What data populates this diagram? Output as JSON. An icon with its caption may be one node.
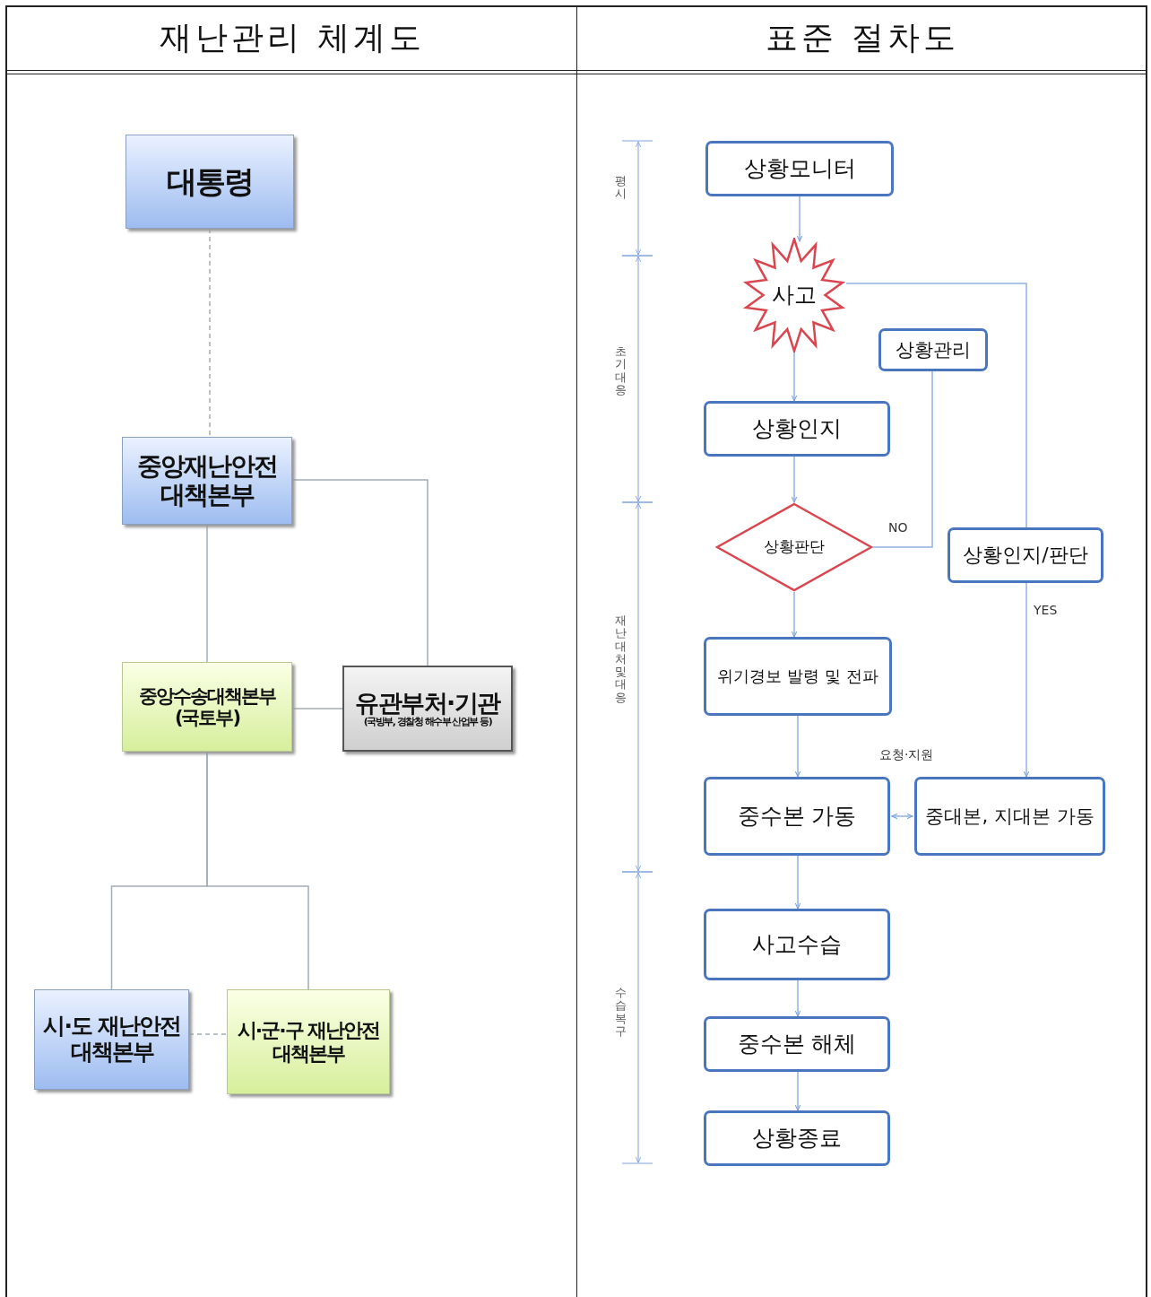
{
  "diagram": {
    "nodes": [
      {
        "text": [
          "대통령"
        ]
      },
      {
        "text": [
          "중앙재난안전 대책본부"
        ]
      },
      {
        "text": [
          "중앙수송대책본부 (국토부)"
        ]
      },
      {
        "text": [
          "유관부처·기관",
          "(국방부, 경찰청 해수부 산업부 등)"
        ]
      },
      {
        "text": [
          "시·도 재난안전대책본부"
        ]
      },
      {
        "text": [
          "시·군·구 재난안전대책본부"
        ]
      },
      {
        "text": [
          "상황모니터"
        ]
      },
      {
        "text": [
          "사고"
        ]
      },
      {
        "text": [
          "상황관리"
        ]
      },
      {
        "text": [
          "상황인지"
        ]
      },
      {
        "text": [
          "상황판단"
        ]
      },
      {
        "text": [
          "상황인지/판단"
        ]
      },
      {
        "text": [
          "위기경보 발령 및 전파"
        ]
      },
      {
        "text": [
          "중수본 가동"
        ]
      },
      {
        "text": [
          "중대본, 지대본 가동"
        ]
      },
      {
        "text": [
          "사고수습"
        ]
      },
      {
        "text": [
          "중수본 해체"
        ]
      },
      {
        "text": [
          "상황종료"
        ]
      }
    ],
    "edges": [
      {
        "from": 0,
        "to": 1,
        "arrow": "none",
        "style": "dashed",
        "color": "#a3adb5"
      },
      {
        "from": 1,
        "to": 2,
        "arrow": "none",
        "color": "#a3adb5"
      },
      {
        "from": 1,
        "to": 3,
        "arrow": "none",
        "color": "#a3adb5"
      },
      {
        "from": 2,
        "to": 3,
        "arrow": "none",
        "color": "#a3adb5"
      },
      {
        "from": 2,
        "to": 4,
        "arrow": "none",
        "color": "#a3adb5"
      },
      {
        "from": 2,
        "to": 5,
        "arrow": "none",
        "color": "#a3adb5"
      },
      {
        "from": 4,
        "to": 5,
        "arrow": "none",
        "style": "dashed",
        "color": "#a3adb5"
      },
      {
        "from": 6,
        "to": 7,
        "arrow": "to"
      },
      {
        "from": 7,
        "to": 9,
        "arrow": "to"
      },
      {
        "from": 9,
        "to": 10,
        "arrow": "to"
      },
      {
        "from": 10,
        "to": 8,
        "arrow": "none",
        "label": "NO"
      },
      {
        "from": 10,
        "to": 12,
        "arrow": "to"
      },
      {
        "from": 7,
        "to": 11,
        "arrow": "none"
      },
      {
        "from": 11,
        "to": 14,
        "arrow": "to",
        "label": "YES"
      },
      {
        "from": 12,
        "to": 13,
        "arrow": "to"
      },
      {
        "from": 13,
        "to": 14,
        "arrow": "both",
        "label": "요청·지원"
      },
      {
        "from": 13,
        "to": 15,
        "arrow": "to"
      },
      {
        "from": 15,
        "to": 16,
        "arrow": "to"
      },
      {
        "from": 16,
        "to": 17,
        "arrow": "to"
      }
    ],
    "labels": [
      "재난관리 체계도",
      "표준 절차도",
      "평시",
      "초기대응",
      "재난대처 및 대응",
      "수습복구"
    ]
  }
}
